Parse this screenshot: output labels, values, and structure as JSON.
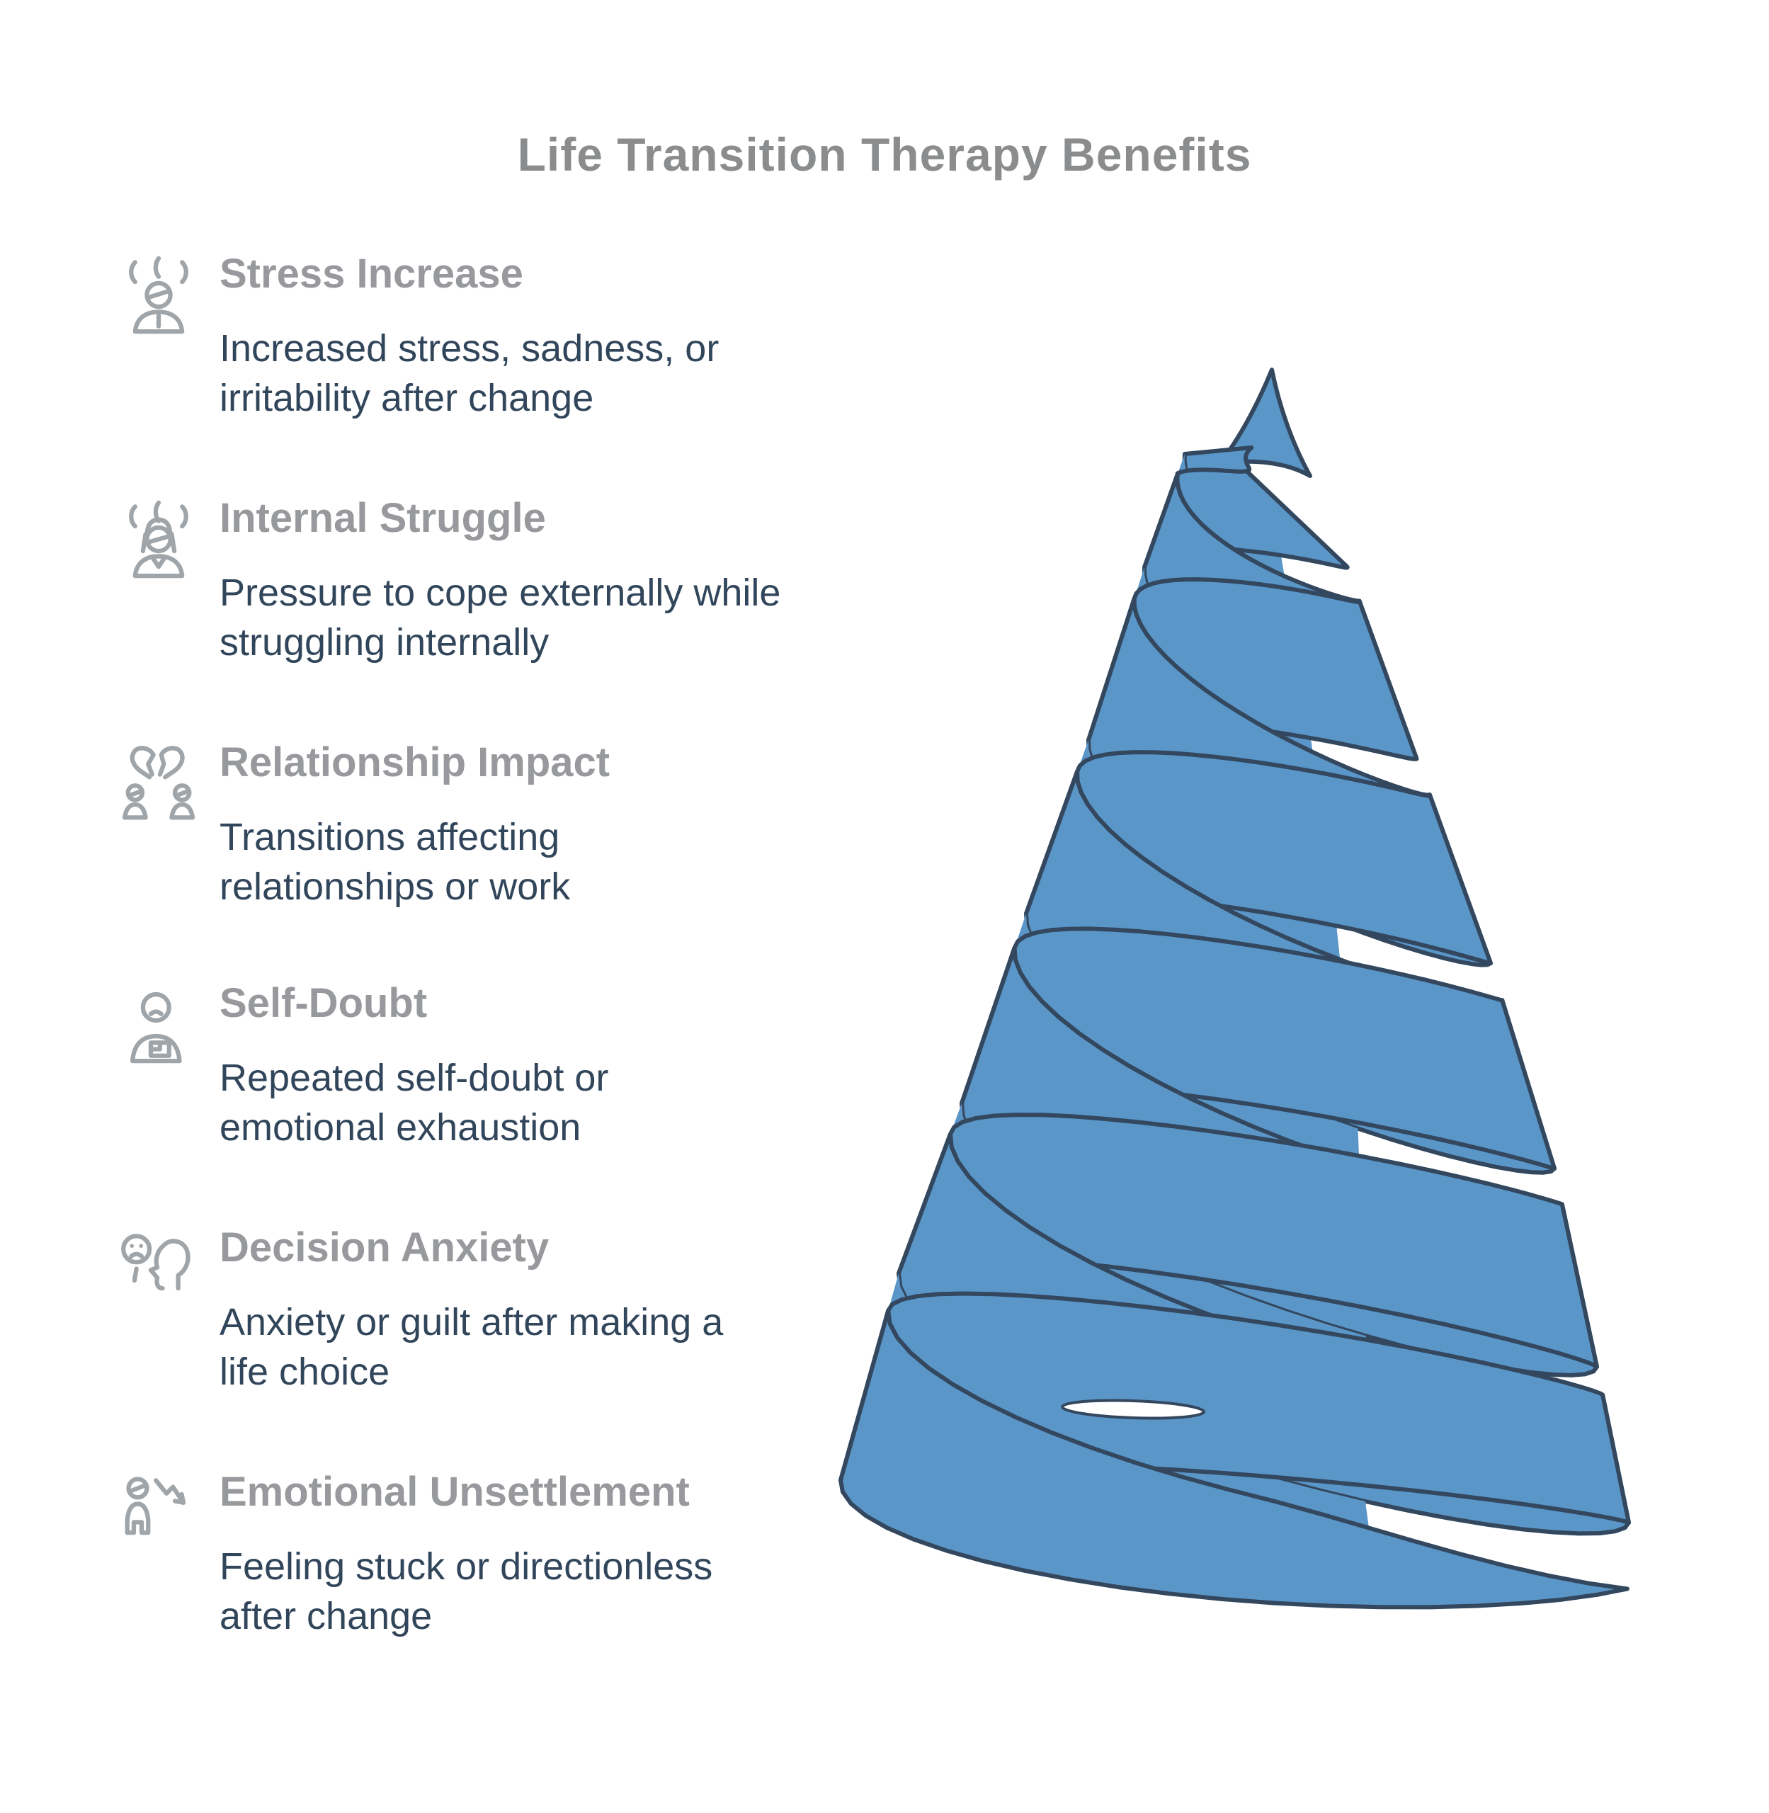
{
  "title": "Life Transition Therapy Benefits",
  "items": [
    {
      "icon": "stressed-person-icon",
      "heading": "Stress Increase",
      "desc_line1": "Increased stress, sadness, or",
      "desc_line2": "irritability after change"
    },
    {
      "icon": "stressed-woman-icon",
      "heading": "Internal Struggle",
      "desc_line1": "Pressure to cope externally while",
      "desc_line2": "struggling internally"
    },
    {
      "icon": "broken-heart-people-icon",
      "heading": "Relationship Impact",
      "desc_line1": "Transitions affecting",
      "desc_line2": "relationships or work"
    },
    {
      "icon": "self-doubt-person-icon",
      "heading": "Self-Doubt",
      "desc_line1": "Repeated self-doubt or",
      "desc_line2": "emotional exhaustion"
    },
    {
      "icon": "anxious-mind-icon",
      "heading": "Decision Anxiety",
      "desc_line1": "Anxiety or guilt after making a",
      "desc_line2": "life choice"
    },
    {
      "icon": "declining-person-icon",
      "heading": "Emotional Unsettlement",
      "desc_line1": "Feeling stuck or directionless",
      "desc_line2": "after change"
    }
  ],
  "graphic": {
    "type": "spiral-cone",
    "turns": 6,
    "fill": "#5b96c8",
    "stroke": "#33475e"
  },
  "colors": {
    "background": "#ffffff",
    "title": "#8a8c8e",
    "heading": "#97999c",
    "body_text": "#32465b",
    "icon": "#a0a5a9",
    "cone_fill": "#5b96c8",
    "cone_outline": "#33475e"
  }
}
